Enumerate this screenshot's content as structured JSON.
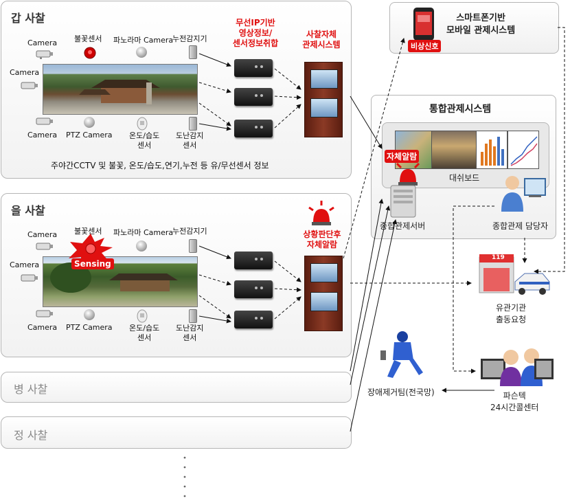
{
  "temple_a": {
    "title": "갑 사찰",
    "labels": {
      "camera_tl": "Camera",
      "fire_sensor": "불꽃센서",
      "panorama": "파노라마 Camera",
      "leak": "누전감지기",
      "camera_left": "Camera",
      "camera_bl": "Camera",
      "ptz": "PTZ Camera",
      "temp_humid": "온도/습도\n센서",
      "theft": "도난감지\n센서"
    },
    "caption": "주야간CCTV 및 불꽃, 온도/습도,연기,누전 등 유/무선센서 정보",
    "collect_label": "무선IP기반\n영상정보/\n센서정보취합",
    "self_system": "사찰자체\n관제시스템"
  },
  "temple_b": {
    "title": "을 사찰",
    "labels": {
      "camera_tl": "Camera",
      "fire_sensor": "불꽃센서",
      "panorama": "파노라마 Camera",
      "leak": "누전감지기",
      "camera_left": "Camera",
      "camera_bl": "Camera",
      "ptz": "PTZ Camera",
      "temp_humid": "온도/습도\n센서",
      "theft": "도난감지\n센서"
    },
    "sensing": "Sensing",
    "alarm_label": "상황판단후\n자체알람"
  },
  "temple_c": {
    "title": "병 사찰"
  },
  "temple_d": {
    "title": "정 사찰"
  },
  "mobile": {
    "title": "스마트폰기반\n모바일 관제시스템",
    "emergency": "비상신호"
  },
  "integrated": {
    "title": "통합관제시스템",
    "self_alarm": "자체알람",
    "dashboard": "대쉬보드",
    "server": "종합관제서버",
    "operator": "종합관제 담당자"
  },
  "agency": {
    "sign": "119",
    "label": "유관기관\n출동요청"
  },
  "repair": {
    "label": "장애제거팀(전국망)"
  },
  "callcenter": {
    "label": "파슨텍\n24시간콜센터"
  },
  "colors": {
    "alarm_red": "#e01010",
    "panel_border": "#b5b5b5",
    "temple_title": "#1f3864"
  }
}
